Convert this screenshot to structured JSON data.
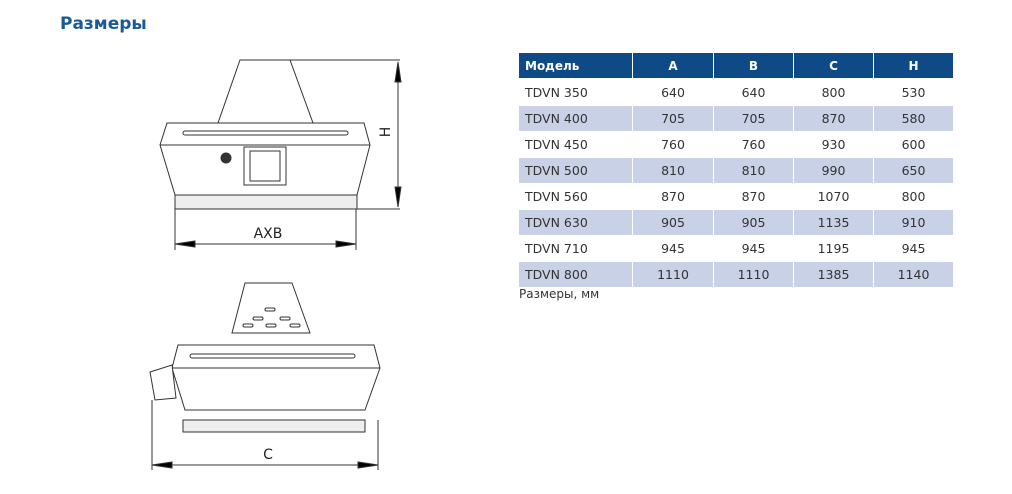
{
  "title": "Размеры",
  "table": {
    "headers": [
      "Модель",
      "A",
      "B",
      "C",
      "H"
    ],
    "rows": [
      [
        "TDVN 350",
        "640",
        "640",
        "800",
        "530"
      ],
      [
        "TDVN 400",
        "705",
        "705",
        "870",
        "580"
      ],
      [
        "TDVN 450",
        "760",
        "760",
        "930",
        "600"
      ],
      [
        "TDVN 500",
        "810",
        "810",
        "990",
        "650"
      ],
      [
        "TDVN 560",
        "870",
        "870",
        "1070",
        "800"
      ],
      [
        "TDVN 630",
        "905",
        "905",
        "1135",
        "910"
      ],
      [
        "TDVN 710",
        "945",
        "945",
        "1195",
        "945"
      ],
      [
        "TDVN 800",
        "1110",
        "1110",
        "1385",
        "1140"
      ]
    ]
  },
  "caption": "Размеры, мм",
  "drawing": {
    "label_axb": "AXB",
    "label_h": "H",
    "label_c": "C"
  }
}
